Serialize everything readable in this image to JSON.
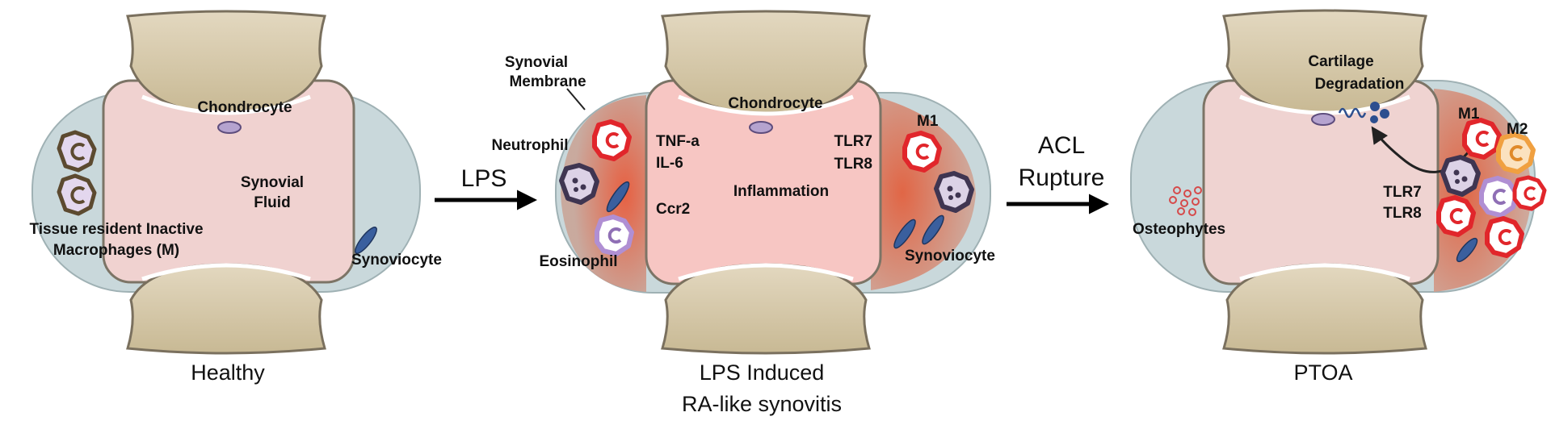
{
  "colors": {
    "capsule": "#c7d6d9",
    "fluid": "#f0cfcf",
    "fluid_inflamed": "#f7c6c3",
    "bone": "#d6c9ae",
    "bone_stroke": "#7a705e",
    "inflamed_tissue": "#de6a4a",
    "neutrophil": "#e1262b",
    "m2": "#f0a040",
    "eosinophil": "#b89ad6",
    "macrophage": "#6b5638",
    "synoviocyte": "#3a5f9e"
  },
  "panels": [
    {
      "caption_lines": [
        "Healthy"
      ],
      "labels": {
        "chondrocyte": "Chondrocyte",
        "fluid_line1": "Synovial",
        "fluid_line2": "Fluid",
        "macrophage_line1": "Tissue resident Inactive",
        "macrophage_line2": "Macrophages (M)",
        "synoviocyte": "Synoviocyte"
      }
    },
    {
      "caption_lines": [
        "LPS Induced",
        "RA-like synovitis"
      ],
      "labels": {
        "membrane_line1": "Synovial",
        "membrane_line2": "Membrane",
        "chondrocyte": "Chondrocyte",
        "neutrophil": "Neutrophil",
        "tnf": "TNF-a",
        "il6": "IL-6",
        "ccr2": "Ccr2",
        "inflammation": "Inflammation",
        "tlr7": "TLR7",
        "tlr8": "TLR8",
        "m1": "M1",
        "eosinophil": "Eosinophil",
        "synoviocyte": "Synoviocyte"
      }
    },
    {
      "caption_lines": [
        "PTOA"
      ],
      "labels": {
        "cartilage_line1": "Cartilage",
        "cartilage_line2": "Degradation",
        "m1": "M1",
        "m2": "M2",
        "tlr7": "TLR7",
        "tlr8": "TLR8",
        "osteophytes": "Osteophytes"
      }
    }
  ],
  "arrows": [
    {
      "label_lines": [
        "LPS"
      ]
    },
    {
      "label_lines": [
        "ACL",
        "Rupture"
      ]
    }
  ]
}
